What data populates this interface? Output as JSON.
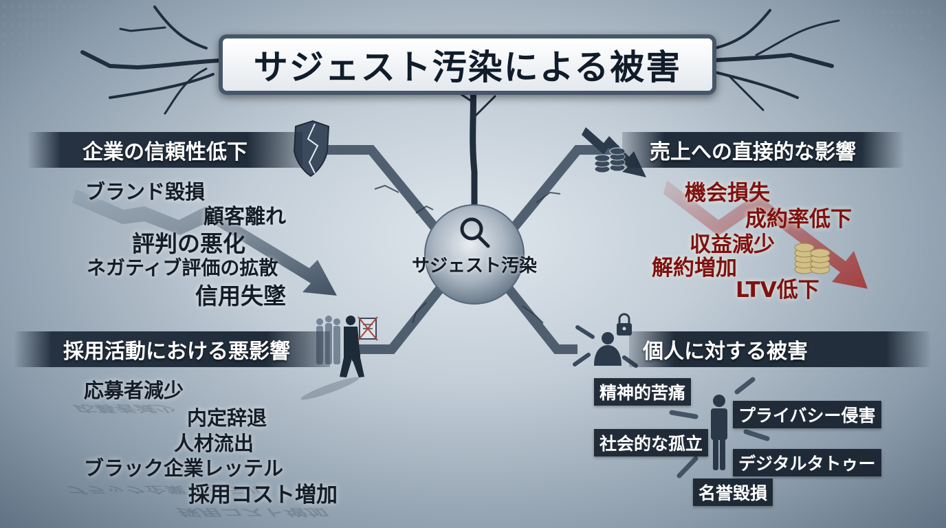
{
  "title": "サジェスト汚染による被害",
  "center": {
    "label": "サジェスト汚染",
    "icon": "magnifier-icon"
  },
  "sections": [
    {
      "id": "corporate-trust",
      "heading": "企業の信頼性低下",
      "icon": "cracked-shield-icon",
      "items": [
        "ブランド毀損",
        "顧客離れ",
        "評判の悪化",
        "ネガティブ評価の拡散",
        "信用失墜"
      ]
    },
    {
      "id": "sales-impact",
      "heading": "売上への直接的な影響",
      "icon": "falling-coins-arrow-icon",
      "items": [
        "機会損失",
        "成約率低下",
        "収益減少",
        "解約増加",
        "LTV低下"
      ]
    },
    {
      "id": "recruiting",
      "heading": "採用活動における悪影響",
      "icon": "walking-candidates-rejected-resume-icon",
      "items": [
        "応募者減少",
        "内定辞退",
        "人材流出",
        "ブラック企業レッテル",
        "採用コスト増加"
      ]
    },
    {
      "id": "personal-harm",
      "heading": "個人に対する被害",
      "icon": "person-lock-pointing-hands-icon",
      "items": [
        "精神的苦痛",
        "プライバシー侵害",
        "社会的な孤立",
        "デジタルタトゥー",
        "名誉毀損"
      ]
    }
  ],
  "colors": {
    "background": "#c3ced8",
    "dark_band": "#182432",
    "dark_text": "#141d27",
    "sales_red": "#7d1111",
    "red_arrow": "#a33a3a",
    "crack": "#263545"
  }
}
